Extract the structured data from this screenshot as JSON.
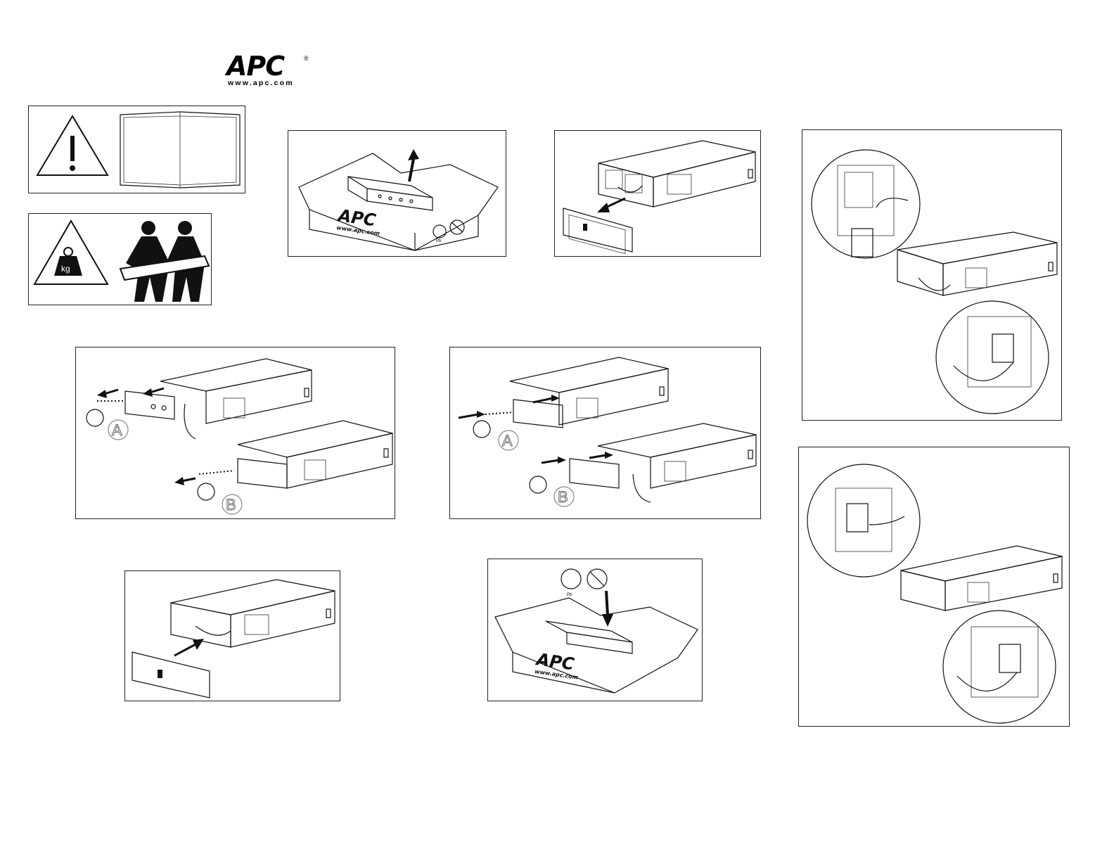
{
  "brand": {
    "logo_text": "APC",
    "registered_mark": "®",
    "url": "www.apc.com"
  },
  "steps": {
    "unbox": {
      "box_logo": "APC",
      "box_url": "www.apc.com",
      "pb_mark": "Pb"
    },
    "rebox": {
      "box_logo": "APC",
      "box_url": "www.apc.com",
      "pb_mark": "Pb"
    },
    "remove_batteries": {
      "label_a": "A",
      "label_b": "B"
    },
    "install_batteries": {
      "label_a": "A",
      "label_b": "B"
    }
  },
  "icons": {
    "warning": "warning-triangle-icon",
    "manual": "open-manual-icon",
    "weight": "heavy-weight-icon",
    "two_person_lift": "two-person-lift-icon",
    "recycle": "recycle-icon",
    "no_trash": "no-trash-bin-icon"
  }
}
